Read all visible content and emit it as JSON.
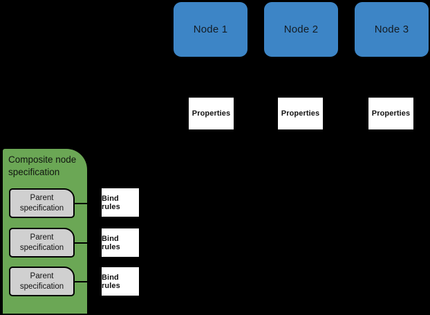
{
  "diagram": {
    "background": "#000000",
    "nodes": [
      {
        "label": "Node 1"
      },
      {
        "label": "Node 2"
      },
      {
        "label": "Node 3"
      }
    ],
    "properties": [
      {
        "label": "Properties"
      },
      {
        "label": "Properties"
      },
      {
        "label": "Properties"
      }
    ],
    "composite": {
      "title": "Composite node specification",
      "parents": [
        {
          "label": "Parent specification"
        },
        {
          "label": "Parent specification"
        },
        {
          "label": "Parent specification"
        }
      ]
    },
    "bind_rules": [
      {
        "label": "Bind rules"
      },
      {
        "label": "Bind rules"
      },
      {
        "label": "Bind rules"
      }
    ],
    "colors": {
      "node_fill": "#3d85c6",
      "composite_fill": "#6ba755",
      "parent_fill": "#d0d0d0",
      "box_fill": "#ffffff",
      "connector_line": "#000000"
    }
  }
}
